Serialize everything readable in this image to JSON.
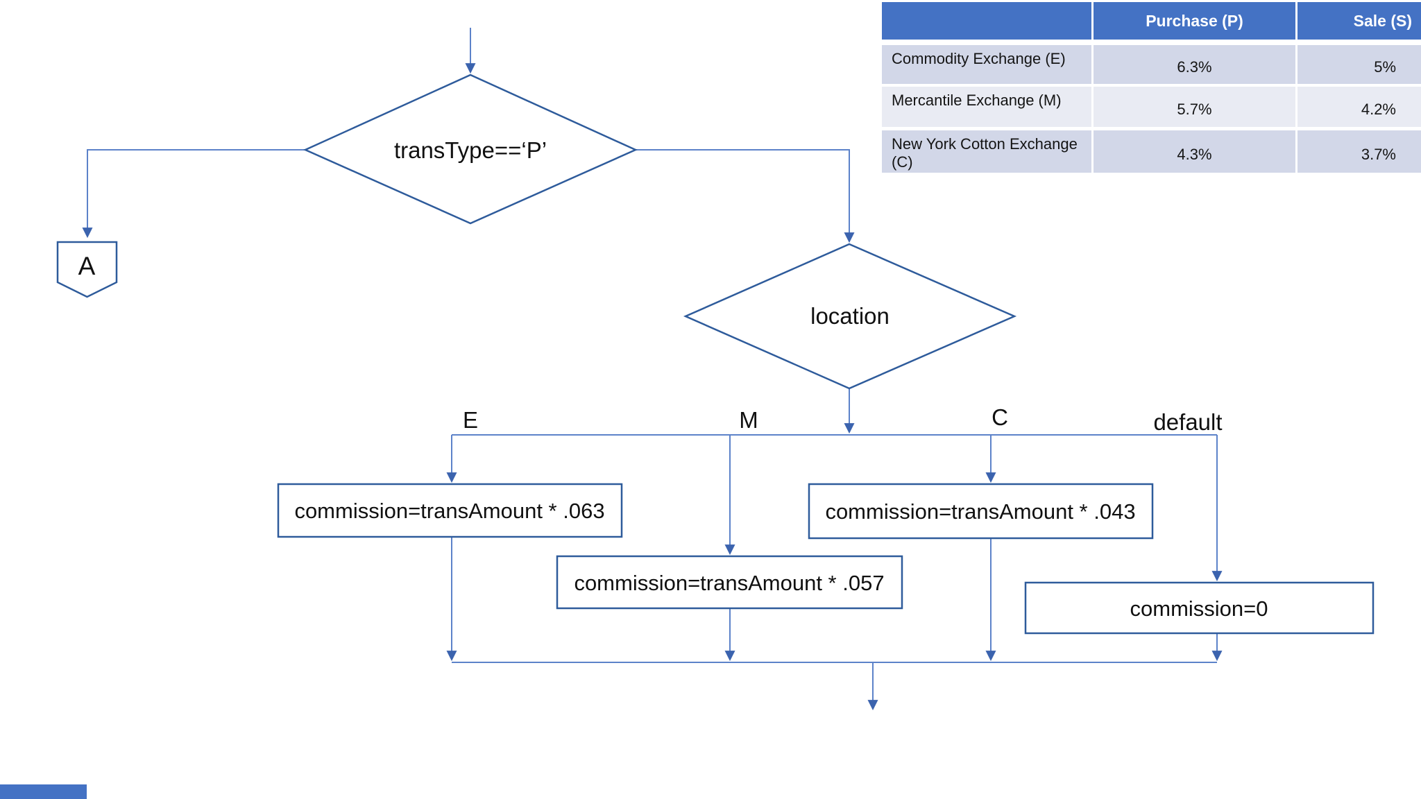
{
  "flowchart": {
    "start_decision": {
      "label": "transType==‘P’"
    },
    "offpage_connector": {
      "label": "A"
    },
    "location_decision": {
      "label": "location"
    },
    "branch_labels": {
      "e": "E",
      "m": "M",
      "c": "C",
      "default": "default"
    },
    "processes": {
      "e": "commission=transAmount * .063",
      "m": "commission=transAmount * .057",
      "c": "commission=transAmount * .043",
      "default": "commission=0"
    }
  },
  "commission_table": {
    "headers": {
      "col1": "",
      "col2": "Purchase (P)",
      "col3": "Sale (S)"
    },
    "rows": [
      {
        "label": "Commodity Exchange (E)",
        "purchase": "6.3%",
        "sale": "5%"
      },
      {
        "label": "Mercantile Exchange (M)",
        "purchase": "5.7%",
        "sale": "4.2%"
      },
      {
        "label": "New York Cotton Exchange (C)",
        "purchase": "4.3%",
        "sale": "3.7%"
      }
    ]
  },
  "colors": {
    "table_header_fill": "#4472C4",
    "table_row_fill_odd": "#D2D7E8",
    "table_row_fill_even": "#E9EBF3",
    "shape_outline": "#2E5B9B",
    "connector": "#5C82C9",
    "arrowhead": "#3B63AE",
    "corner_accent": "#4472C4"
  }
}
